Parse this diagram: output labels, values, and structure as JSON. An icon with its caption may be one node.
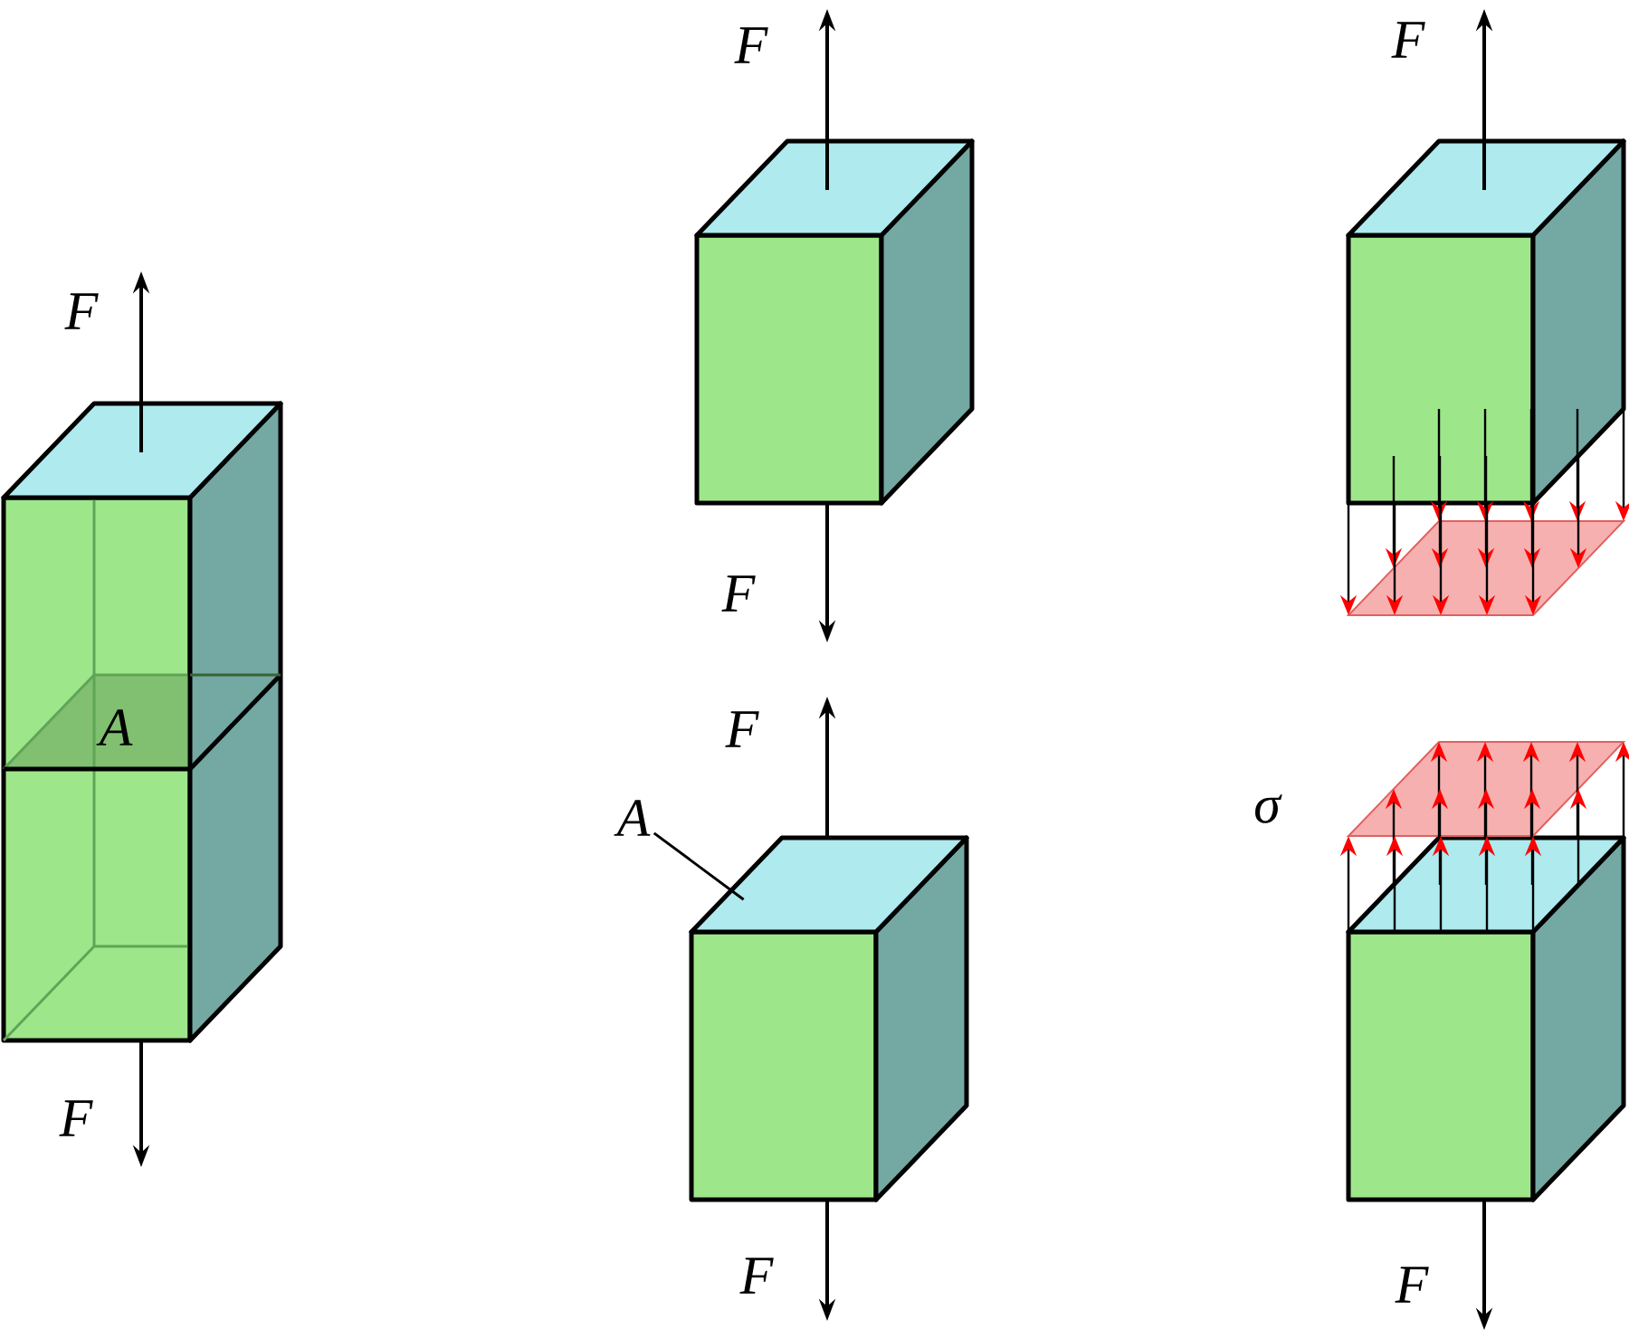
{
  "diagram": {
    "nodes": [
      {
        "text": [
          "A"
        ]
      },
      {
        "text": [],
        "shape": "box"
      }
    ],
    "edges": [
      {
        "from": 0,
        "to": 1,
        "arrow": "none"
      }
    ],
    "labels": [
      "F",
      "A",
      "F",
      "F",
      "F",
      "F",
      "F",
      "F",
      "σ",
      "F"
    ]
  }
}
